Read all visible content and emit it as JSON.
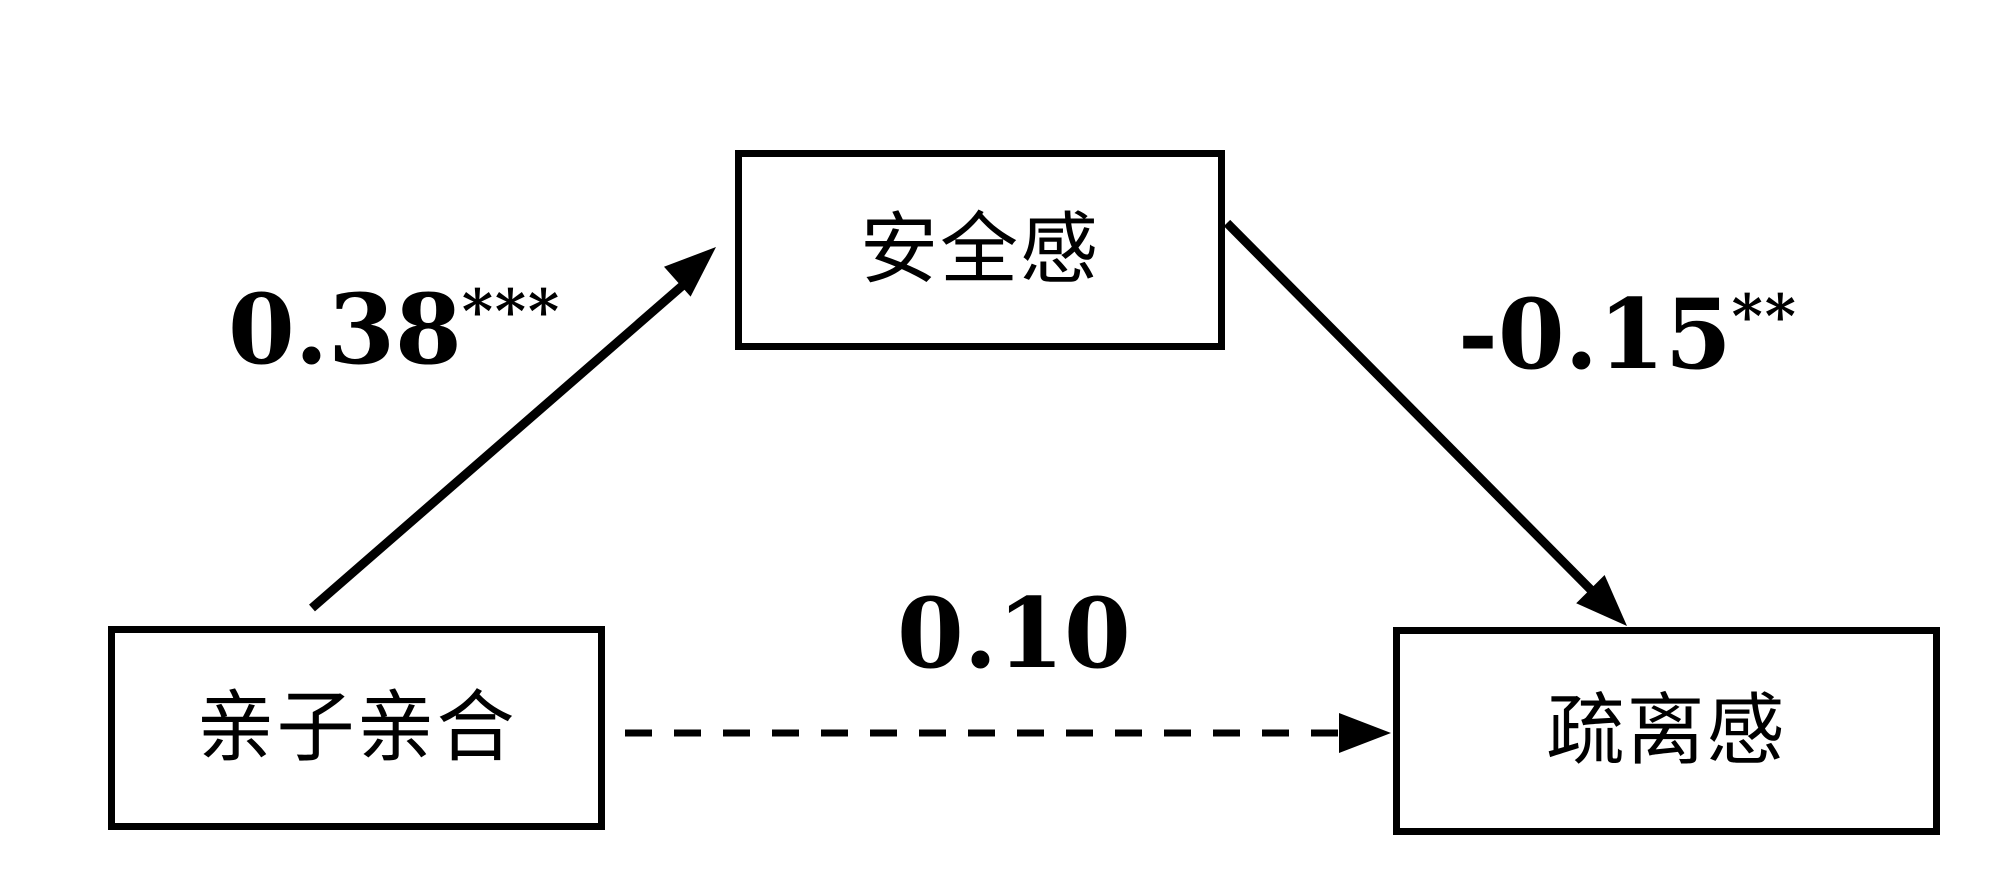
{
  "diagram": {
    "type": "mediation-path-model",
    "background_color": "#ffffff",
    "line_color": "#000000",
    "nodes": {
      "predictor": {
        "label": "亲子亲合",
        "position": "bottom-left"
      },
      "mediator": {
        "label": "安全感",
        "position": "top-center"
      },
      "outcome": {
        "label": "疏离感",
        "position": "bottom-right"
      }
    },
    "paths": {
      "a": {
        "from": "亲子亲合",
        "to": "安全感",
        "coefficient": "0.38",
        "significance": "***",
        "line_style": "solid"
      },
      "b": {
        "from": "安全感",
        "to": "疏离感",
        "coefficient": "-0.15",
        "significance": "**",
        "line_style": "solid"
      },
      "c": {
        "from": "亲子亲合",
        "to": "疏离感",
        "coefficient": "0.10",
        "significance": "",
        "line_style": "dashed"
      }
    }
  }
}
